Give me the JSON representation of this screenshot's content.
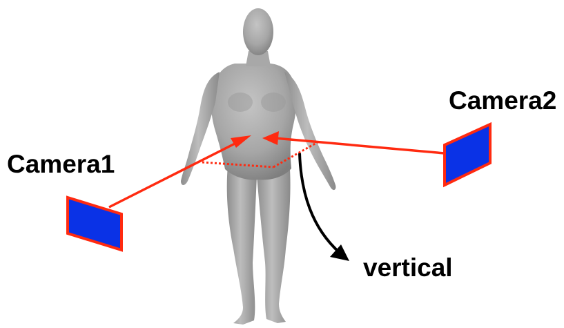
{
  "labels": {
    "camera1": "Camera1",
    "camera2": "Camera2",
    "vertical": "vertical"
  },
  "colors": {
    "ray": "#ff2a10",
    "camera_fill": "#0a32e6",
    "camera_border": "#ff2a10",
    "body": "#a3a3a3",
    "arrow": "#000000",
    "text": "#000000"
  },
  "icons": {
    "camera1": "camera-plane-icon",
    "camera2": "camera-plane-icon",
    "vertical": "curved-arrow-icon"
  }
}
